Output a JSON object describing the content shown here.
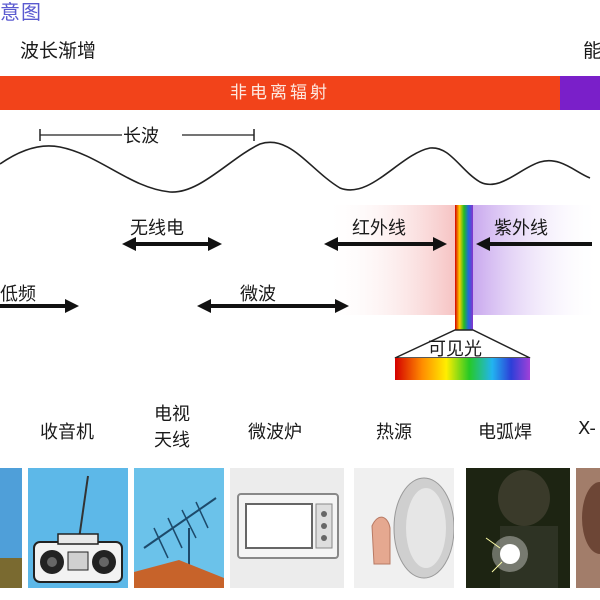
{
  "title_fragment": "意图",
  "wavelength_increasing": "波长渐增",
  "energy_fragment": "能",
  "band_label": "非电离辐射",
  "long_wave": "长波",
  "spectrum": {
    "radio": "无线电",
    "infrared": "红外线",
    "ultraviolet": "紫外线",
    "low_freq_fragment": "极低频",
    "microwave": "微波",
    "visible_light": "可见光"
  },
  "sources": [
    {
      "label": "收音机",
      "icon": "radio-icon"
    },
    {
      "label": "电视天线",
      "line1": "电视",
      "line2": "天线",
      "icon": "tv-antenna-icon"
    },
    {
      "label": "微波炉",
      "icon": "microwave-oven-icon"
    },
    {
      "label": "热源",
      "icon": "heat-source-icon"
    },
    {
      "label": "电弧焊",
      "icon": "arc-welding-icon"
    },
    {
      "label": "X光",
      "fragment": "X-",
      "icon": "xray-icon"
    }
  ],
  "colors": {
    "band": "#f2431a",
    "band_end": "#7a1fc9",
    "title": "#5a5ad0"
  }
}
